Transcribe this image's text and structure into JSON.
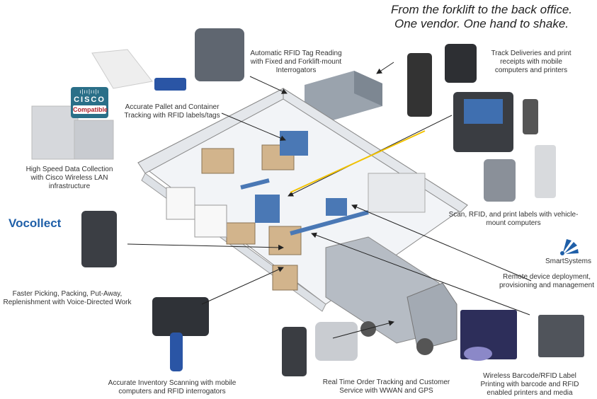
{
  "headline": {
    "line1": "From the forklift to the back office.",
    "line2": "One vendor.  One hand to shake."
  },
  "logos": {
    "cisco": {
      "name": "CISCO",
      "badge": "Compatible",
      "color": "#2a6f88"
    },
    "vocollect": {
      "name": "Vocollect",
      "color": "#1f5fa8"
    },
    "smartsystems": {
      "name": "SmartSystems",
      "color": "#1f5fa8"
    }
  },
  "callouts": {
    "rfid_reading": [
      "Automatic RFID Tag Reading",
      "with Fixed and Forklift-mount",
      "Interrogators"
    ],
    "pallet_tracking": [
      "Accurate Pallet and Container",
      "Tracking with RFID labels/tags"
    ],
    "data_collection": [
      "High Speed Data Collection",
      "with Cisco Wireless LAN",
      "infrastructure"
    ],
    "track_deliveries": [
      "Track Deliveries and print",
      "receipts with mobile",
      "computers and printers"
    ],
    "vehicle_mount": [
      "Scan, RFID, and print labels with vehicle-",
      "mount computers"
    ],
    "remote_mgmt": [
      "Remote device deployment,",
      "provisioning  and management"
    ],
    "voice_picking": [
      "Faster Picking, Packing, Put-Away,",
      "Replenishment with Voice-Directed Work"
    ],
    "inventory_scanning": [
      "Accurate Inventory Scanning with mobile",
      "computers and RFID interrogators"
    ],
    "order_tracking": [
      "Real Time Order Tracking and Customer",
      "Service with WWAN and GPS"
    ],
    "label_printing": [
      "Wireless Barcode/RFID Label",
      "Printing with barcode and RFID",
      "enabled printers and media"
    ]
  }
}
